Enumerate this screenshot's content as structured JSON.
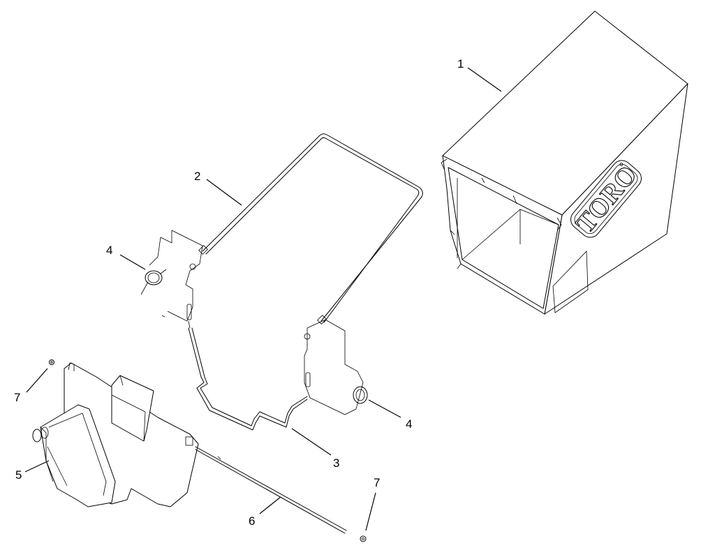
{
  "logo": {
    "text": "TORO"
  },
  "callouts": [
    {
      "id": "c1",
      "label": "1"
    },
    {
      "id": "c2",
      "label": "2"
    },
    {
      "id": "c3",
      "label": "3"
    },
    {
      "id": "c4a",
      "label": "4"
    },
    {
      "id": "c4b",
      "label": "4"
    },
    {
      "id": "c5",
      "label": "5"
    },
    {
      "id": "c6",
      "label": "6"
    },
    {
      "id": "c7a",
      "label": "7"
    },
    {
      "id": "c7b",
      "label": "7"
    }
  ]
}
